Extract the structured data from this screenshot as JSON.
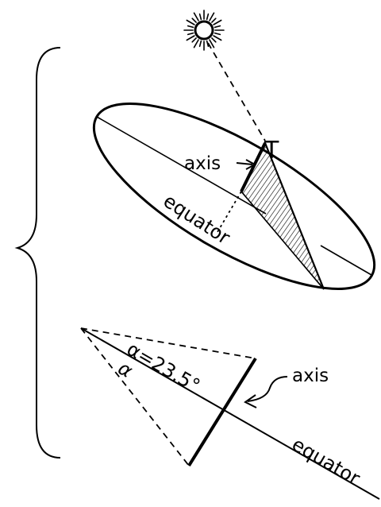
{
  "labels": {
    "upper_axis": "axis",
    "tip": "T",
    "upper_equator": "equator",
    "alpha_value": "α=23.5°",
    "alpha": "α",
    "lower_axis": "axis",
    "lower_equator": "equator"
  },
  "colors": {
    "ink": "#000000",
    "background": "#ffffff"
  }
}
